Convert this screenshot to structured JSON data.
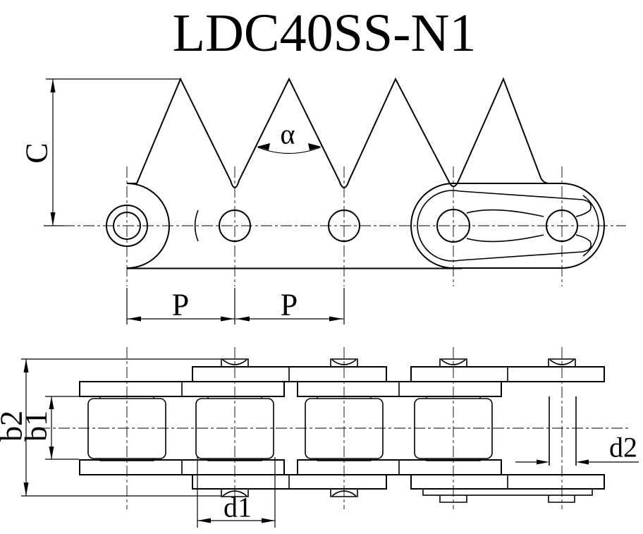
{
  "title": "LDC40SS-N1",
  "side_view": {
    "label_c": "C",
    "label_alpha": "α",
    "label_p1": "P",
    "label_p2": "P"
  },
  "plan_view": {
    "label_b2": "b2",
    "label_b1": "b1",
    "label_d1": "d1",
    "label_d2": "d2"
  }
}
